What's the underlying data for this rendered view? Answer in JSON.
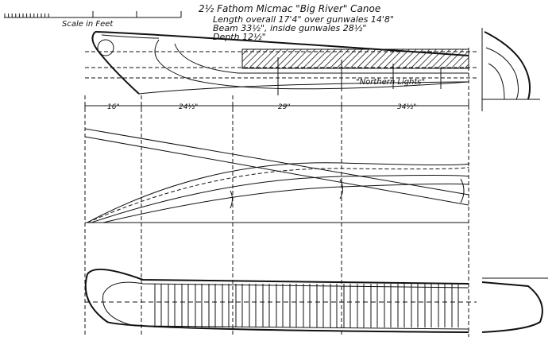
{
  "title": {
    "line1": "2½ Fathom Micmac \"Big River\" Canoe",
    "line2": "Length overall 17'4\" over gunwales 14'8\"",
    "line3": "Beam 33½\", inside gunwales 28½\"",
    "line4": "Depth 12½\""
  },
  "scale": {
    "label": "Scale in Feet"
  },
  "profile": {
    "decoration_label": "\"Northern Lights\""
  },
  "dimensions": [
    "16\"",
    "24½\"",
    "29\"",
    "34½\""
  ]
}
